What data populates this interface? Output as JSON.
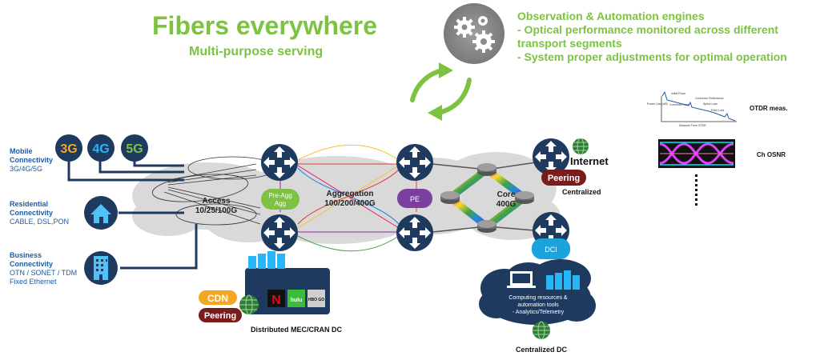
{
  "header": {
    "title": "Fibers everywhere",
    "subtitle": "Multi-purpose serving"
  },
  "observation": {
    "title": "Observation & Automation engines",
    "lines": [
      "- Optical performance monitored across different",
      "transport segments",
      "- System proper adjustments for optimal operation"
    ]
  },
  "measurements": {
    "otdr": "OTDR meas.",
    "osnr": "Ch OSNR",
    "otdr_annotations": [
      "Initial Pulse",
      "Connector Reflectance",
      "Splice Loss",
      "Fiber Loss",
      "Connector Loss",
      "Power Loss (dB)"
    ],
    "otdr_axis": "Distance From OTDR"
  },
  "connectivity": {
    "mobile_title_1": "Mobile",
    "mobile_title_2": "Connectivity",
    "mobile_sub": "3G/4G/5G",
    "residential_title_1": "Residential",
    "residential_title_2": "Connectivity",
    "residential_sub": "CABLE, DSL,PON",
    "business_title_1": "Business",
    "business_title_2": "Connectivity",
    "business_sub_1": "OTN / SONET / TDM",
    "business_sub_2": "Fixed Ethernet"
  },
  "badges": {
    "g3": "3G",
    "g4": "4G",
    "g5": "5G"
  },
  "network": {
    "access_1": "Access",
    "access_2": "10/25/100G",
    "preagg_1": "Pre-Agg",
    "preagg_2": "Agg",
    "aggregation_1": "Aggregation",
    "aggregation_2": "100/200/400G",
    "pe": "PE",
    "core_1": "Core",
    "core_2": "400G",
    "internet": "Internet",
    "peering": "Peering",
    "centralized": "Centralized",
    "dci": "DCI"
  },
  "mec": {
    "cdn": "CDN",
    "peering": "Peering",
    "label": "Distributed MEC/CRAN DC",
    "logo_netflix": "N",
    "logo_hulu": "hulu",
    "logo_hbo": "HBO GO"
  },
  "dc": {
    "line1": "Computing resources &",
    "line2": "automation tools",
    "line3": "- Analytics/Telemetry",
    "label": "Centralized DC"
  },
  "colors": {
    "green": "#7dc242",
    "navy": "#1f3a5f",
    "blue_text": "#1a5da8",
    "preagg_green": "#7dc242",
    "pe_purple": "#7b3fa0",
    "dci_blue": "#1aa3dc",
    "peering_red": "#7a1c1c",
    "cdn_orange": "#f5a623"
  }
}
